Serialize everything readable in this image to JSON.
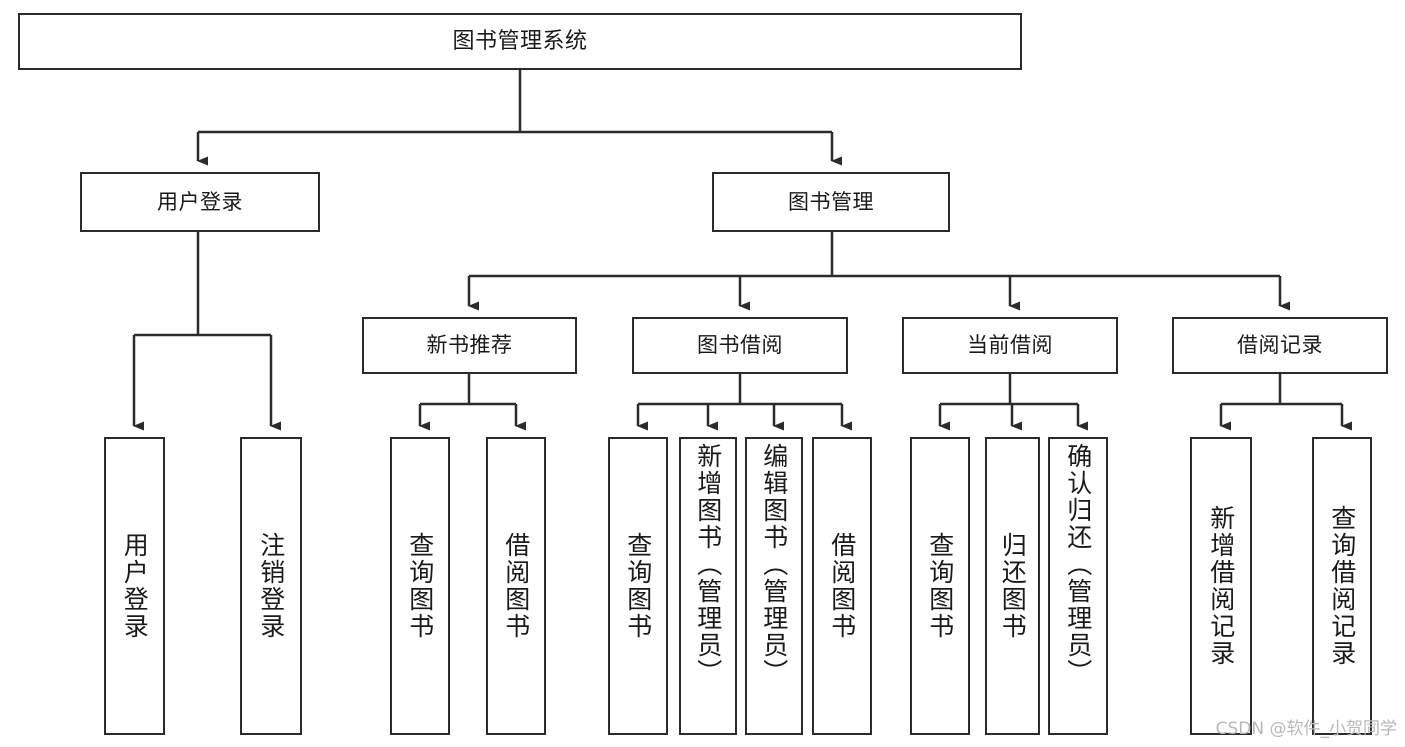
{
  "diagram": {
    "title": "图书管理系统",
    "watermark": "CSDN @软件_小贺同学",
    "colors": {
      "stroke": "#2b2b2b",
      "fill": "#ffffff",
      "text": "#1a1a1a",
      "watermark": "#b9b9b9"
    },
    "root": {
      "label": "图书管理系统"
    },
    "level1": [
      {
        "label": "用户登录"
      },
      {
        "label": "图书管理"
      }
    ],
    "level2": [
      {
        "label": "新书推荐"
      },
      {
        "label": "图书借阅"
      },
      {
        "label": "当前借阅"
      },
      {
        "label": "借阅记录"
      }
    ],
    "leaves": [
      {
        "label": "用户登录",
        "parent": "用户登录"
      },
      {
        "label": "注销登录",
        "parent": "用户登录"
      },
      {
        "label": "查询图书",
        "parent": "新书推荐"
      },
      {
        "label": "借阅图书",
        "parent": "新书推荐"
      },
      {
        "label": "查询图书",
        "parent": "图书借阅"
      },
      {
        "label": "新增图书（管理员）",
        "parent": "图书借阅"
      },
      {
        "label": "编辑图书（管理员）",
        "parent": "图书借阅"
      },
      {
        "label": "借阅图书",
        "parent": "图书借阅"
      },
      {
        "label": "查询图书",
        "parent": "当前借阅"
      },
      {
        "label": "归还图书",
        "parent": "当前借阅"
      },
      {
        "label": "确认归还（管理员）",
        "parent": "当前借阅"
      },
      {
        "label": "新增借阅记录",
        "parent": "借阅记录"
      },
      {
        "label": "查询借阅记录",
        "parent": "借阅记录"
      }
    ]
  }
}
